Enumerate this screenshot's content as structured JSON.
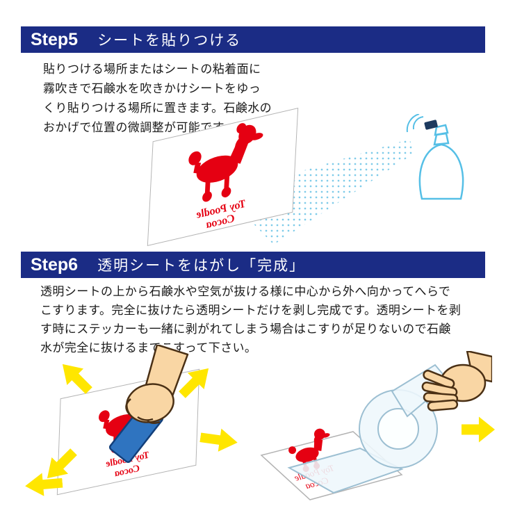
{
  "colors": {
    "header_bg": "#1b2c85",
    "header_text": "#ffffff",
    "body_text": "#1a1a1a",
    "sticker_red": "#e50012",
    "spray_blue": "#55bfe6",
    "arrow_yellow": "#ffe600",
    "squeegee_blue": "#2f74c0",
    "hand_skin": "#f9d6a4"
  },
  "step5": {
    "label": "Step5",
    "title": "シートを貼りつける",
    "lines": [
      "貼りつける場所またはシートの粘着面に",
      "霧吹きで石鹸水を吹きかけシートをゆっ",
      "くり貼りつける場所に置きます。石鹸水の",
      "おかげで位置の微調整が可能です。"
    ]
  },
  "step6": {
    "label": "Step6",
    "title": "透明シートをはがし「完成」",
    "lines": [
      "透明シートの上から石鹸水や空気が抜ける様に中心から外へ向かってへらで",
      "こすります。完全に抜けたら透明シートだけを剥し完成です。透明シートを剥",
      "す時にステッカーも一緒に剥がれてしまう場合はこすりが足りないので石鹸",
      "水が完全に抜けるまでこすって下さい。"
    ]
  },
  "sticker": {
    "name_line1": "Toy Poodle",
    "name_line2": "Cocoa"
  }
}
